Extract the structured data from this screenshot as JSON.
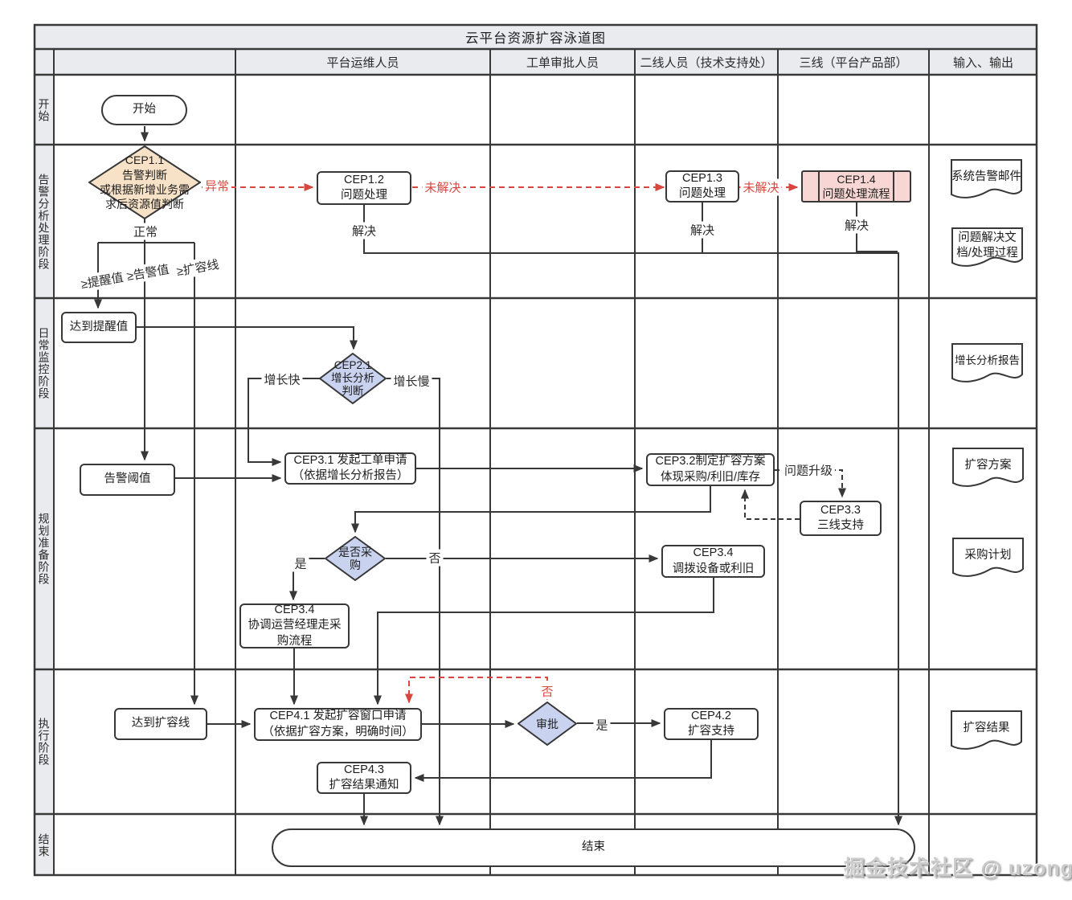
{
  "title": "云平台资源扩容泳道图",
  "columns": [
    "平台运维人员",
    "工单审批人员",
    "二线人员（技术支持处）",
    "三线（平台产品部）",
    "输入、输出"
  ],
  "lanes": [
    "开始",
    "告警分析处理阶段",
    "日常监控阶段",
    "规划准备阶段",
    "执行阶段",
    "结束"
  ],
  "nodes": {
    "start": "开始",
    "cep11": "CEP1.1\n告警判断\n或根据新增业务需\n求后资源值判断",
    "cep12": "CEP1.2\n问题处理",
    "cep13": "CEP1.3\n问题处理",
    "cep14": "CEP1.4\n问题处理流程",
    "reach_remind": "达到提醒值",
    "cep21": "CEP2.1\n增长分析\n判断",
    "alarm_threshold": "告警阈值",
    "cep31": "CEP3.1 发起工单申请\n（依据增长分析报告）",
    "cep32": "CEP3.2制定扩容方案\n体现采购/利旧/库存",
    "cep33": "CEP3.3\n三线支持",
    "decide_purchase": "是否采\n购",
    "cep34_allocate": "CEP3.4\n调拨设备或利旧",
    "cep34_coordinate": "CEP3.4\n协调运营经理走采\n购流程",
    "reach_expand": "达到扩容线",
    "cep41": "CEP4.1 发起扩容窗口申请\n（依据扩容方案，明确时间）",
    "approve": "审批",
    "cep42": "CEP4.2\n扩容支持",
    "cep43": "CEP4.3\n扩容结果通知",
    "end": "结束"
  },
  "labels": {
    "abnormal": "异常",
    "unresolved": "未解决",
    "resolved": "解决",
    "normal": "正常",
    "ge_remind": "≥提醒值",
    "ge_alarm": "≥告警值",
    "ge_expand": "≥扩容线",
    "grow_fast": "增长快",
    "grow_slow": "增长慢",
    "escalate": "问题升级",
    "yes": "是",
    "no": "否"
  },
  "docs": {
    "alert_mail": "系统告警邮件",
    "solution_doc": "问题解决文\n档/处理过程",
    "growth_report": "增长分析报告",
    "expansion_plan": "扩容方案",
    "purchase_plan": "采购计划",
    "expansion_result": "扩容结果"
  },
  "watermark": "掘金技术社区 @ uzong",
  "colors": {
    "accent_red": "#d9463e",
    "lane_fill": "#e9ebee",
    "line": "#383838",
    "diamond_tan": "#f7e2c8",
    "diamond_blue": "#c9d2ef",
    "subprocess_pink": "#f7d6d3"
  }
}
